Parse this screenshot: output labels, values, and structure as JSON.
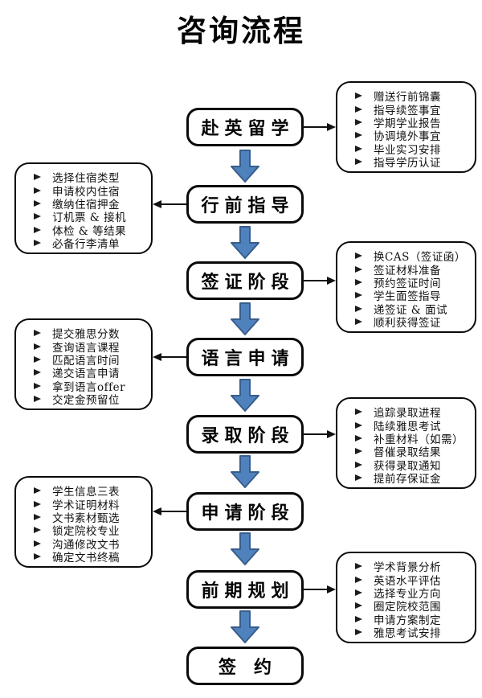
{
  "title": "咨询流程",
  "colors": {
    "flow_arrow_fill": "#4f81bd",
    "flow_arrow_stroke": "#385d8a",
    "connector": "#111111",
    "box_border": "#000000"
  },
  "steps": [
    {
      "label": "赴英留学"
    },
    {
      "label": "行前指导"
    },
    {
      "label": "签证阶段"
    },
    {
      "label": "语言申请"
    },
    {
      "label": "录取阶段"
    },
    {
      "label": "申请阶段"
    },
    {
      "label": "前期规划"
    },
    {
      "label": "签约"
    }
  ],
  "panels": [
    {
      "side": "right",
      "linked_step": "赴英留学",
      "items": [
        "赠送行前锦囊",
        "指导续签事宜",
        "学期学业报告",
        "协调境外事宜",
        "毕业实习安排",
        "指导学历认证"
      ]
    },
    {
      "side": "left",
      "linked_step": "行前指导",
      "items": [
        "选择住宿类型",
        "申请校内住宿",
        "缴纳住宿押金",
        "订机票 & 接机",
        "体检 & 等结果",
        "必备行李清单"
      ]
    },
    {
      "side": "right",
      "linked_step": "签证阶段",
      "items": [
        "换CAS（签证函）",
        "签证材料准备",
        "预约签证时间",
        "学生面签指导",
        "递签证 & 面试",
        "顺利获得签证"
      ]
    },
    {
      "side": "left",
      "linked_step": "语言申请",
      "items": [
        "提交雅思分数",
        "查询语言课程",
        "匹配语言时间",
        "递交语言申请",
        "拿到语言offer",
        "交定金预留位"
      ]
    },
    {
      "side": "right",
      "linked_step": "录取阶段",
      "items": [
        "追踪录取进程",
        "陆续雅思考试",
        "补重材料（如需）",
        "督催录取结果",
        "获得录取通知",
        "提前存保证金"
      ]
    },
    {
      "side": "left",
      "linked_step": "申请阶段",
      "items": [
        "学生信息三表",
        "学术证明材料",
        "文书素材甄选",
        "锁定院校专业",
        "沟通修改文书",
        "确定文书终稿"
      ]
    },
    {
      "side": "right",
      "linked_step": "前期规划",
      "items": [
        "学术背景分析",
        "英语水平评估",
        "选择专业方向",
        "圈定院校范围",
        "申请方案制定",
        "雅思考试安排"
      ]
    }
  ]
}
